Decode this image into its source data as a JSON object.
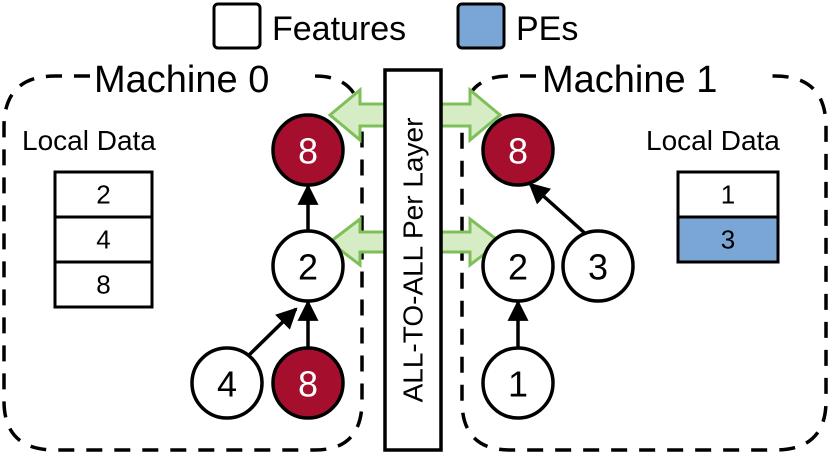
{
  "legend": {
    "features_label": "Features",
    "pes_label": "PEs",
    "features_color": "#ffffff",
    "pes_color": "#7aa6d6"
  },
  "colors": {
    "replica_node": "#a50f2d",
    "arrow_fill": "#d6ecc4",
    "arrow_stroke": "#7fbf5a"
  },
  "center_banner": {
    "text": "ALL-TO-ALL Per Layer"
  },
  "machine0": {
    "title": "Machine 0",
    "local_data_title": "Local Data",
    "local_data": [
      {
        "value": "2",
        "is_pe": false
      },
      {
        "value": "4",
        "is_pe": false
      },
      {
        "value": "8",
        "is_pe": false
      }
    ],
    "nodes": {
      "top": {
        "label": "8",
        "replica": true
      },
      "mid": {
        "label": "2",
        "replica": false
      },
      "bottom_left": {
        "label": "4",
        "replica": false
      },
      "bottom_right": {
        "label": "8",
        "replica": true
      }
    }
  },
  "machine1": {
    "title": "Machine 1",
    "local_data_title": "Local Data",
    "local_data": [
      {
        "value": "1",
        "is_pe": false
      },
      {
        "value": "3",
        "is_pe": true
      }
    ],
    "nodes": {
      "top": {
        "label": "8",
        "replica": true
      },
      "mid_left": {
        "label": "2",
        "replica": false
      },
      "mid_right": {
        "label": "3",
        "replica": false
      },
      "bottom": {
        "label": "1",
        "replica": false
      }
    }
  }
}
